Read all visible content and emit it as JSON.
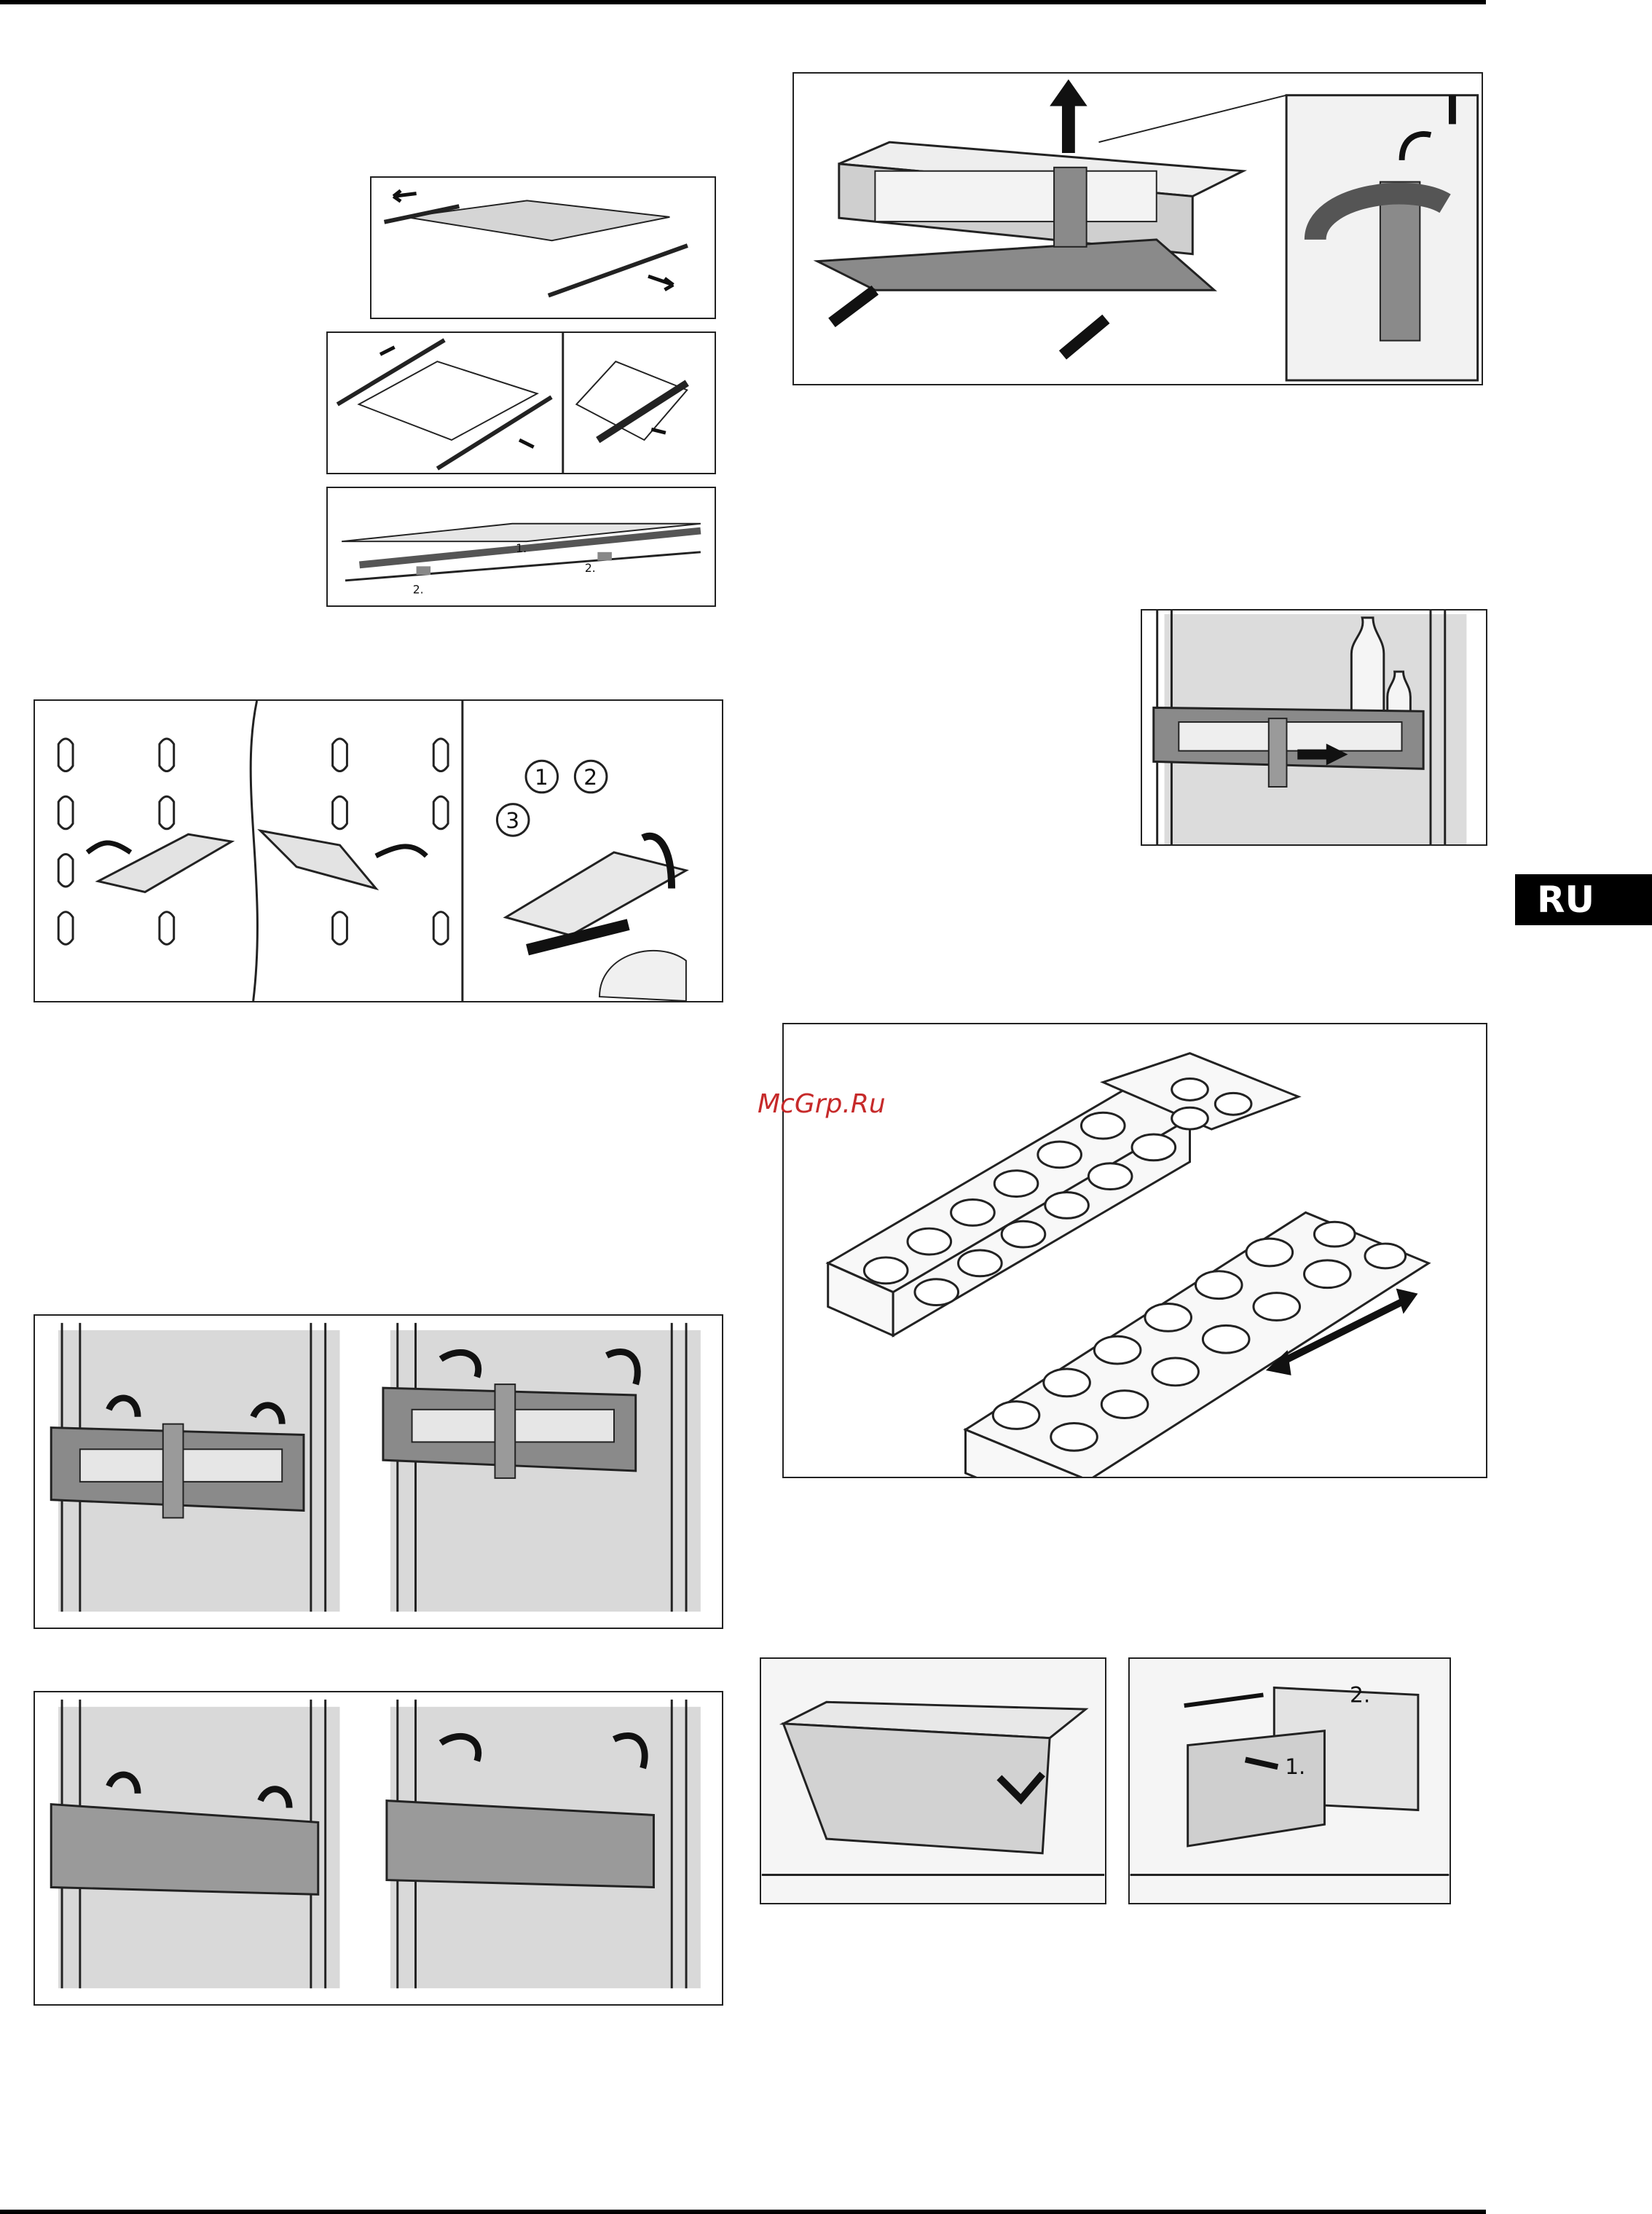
{
  "page": {
    "language_tab": "RU",
    "watermark": "McGrp.Ru"
  },
  "figures": {
    "shelf_strips": {
      "labels": [
        "1.",
        "2.",
        "2."
      ]
    },
    "door_shelf_holder": {
      "callouts": [
        "1",
        "2",
        "3"
      ]
    },
    "drawer_removal": {
      "labels": [
        "1.",
        "2."
      ]
    }
  },
  "colors": {
    "gray_fill": "#d9d9d9",
    "dark_part": "#8a8a8a",
    "line": "#222222",
    "badge": "#000000"
  }
}
